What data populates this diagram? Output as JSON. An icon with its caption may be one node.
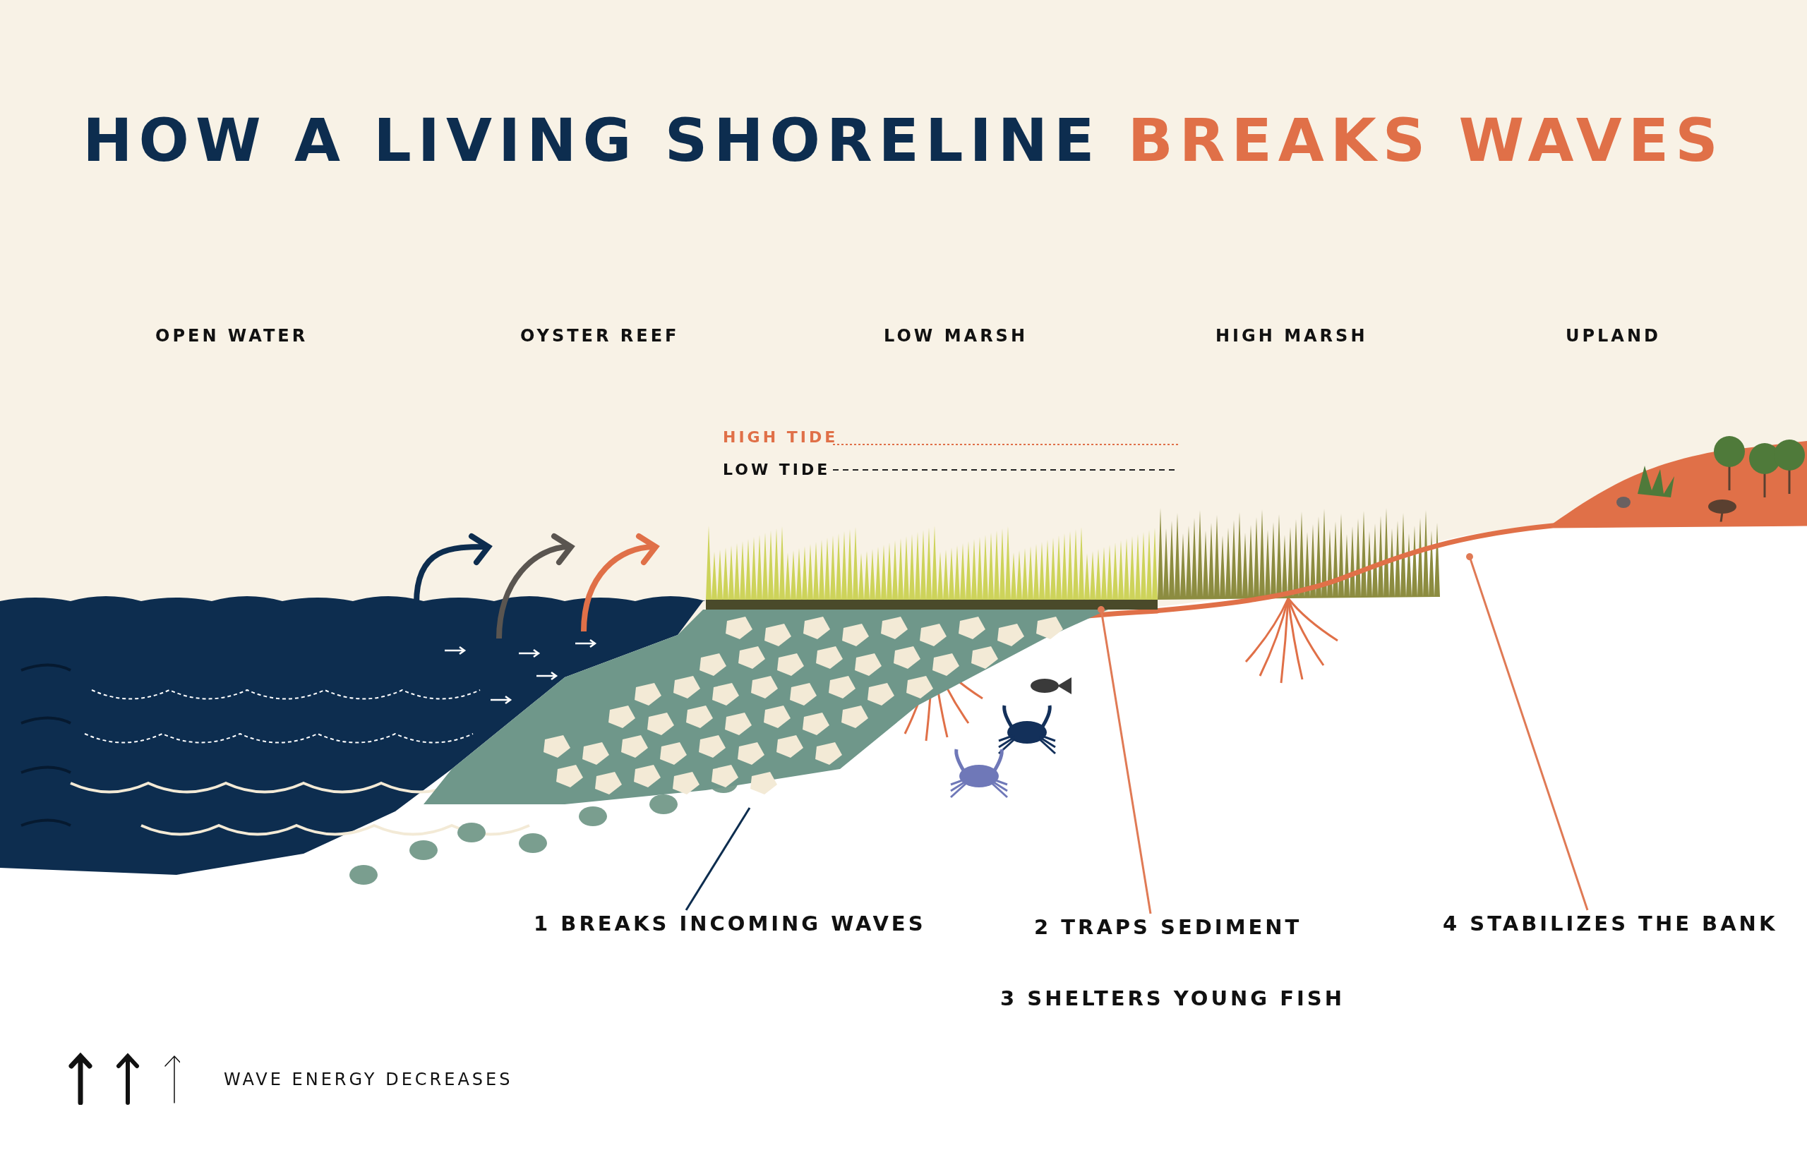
{
  "diagram": {
    "title": "HOW A LIVING SHORELINE BREAKS WAVES",
    "nodes": [
      {
        "text": [
          "1 BREAKS INCOMING WAVES"
        ]
      },
      {
        "text": [],
        "shape": "picture"
      },
      {
        "text": [
          "2 TRAPS SEDIMENT"
        ]
      },
      {
        "text": [],
        "shape": "picture"
      },
      {
        "text": [
          "4 STABILIZES THE BANK"
        ]
      },
      {
        "text": [],
        "shape": "picture"
      }
    ],
    "edges": [
      {
        "from": 0,
        "to": 1,
        "arrow": "none",
        "color": "#0d2d4f"
      },
      {
        "from": 2,
        "to": 3,
        "arrow": "other"
      },
      {
        "from": 4,
        "to": 5,
        "arrow": "other"
      }
    ],
    "labels": [
      "OPEN WATER",
      "OYSTER REEF",
      "LOW MARSH",
      "HIGH MARSH",
      "UPLAND",
      "HIGH TIDE",
      "LOW TIDE",
      "3 SHELTERS YOUNG FISH"
    ],
    "legend": [
      {
        "text": "WAVE ENERGY DECREASES"
      }
    ]
  }
}
